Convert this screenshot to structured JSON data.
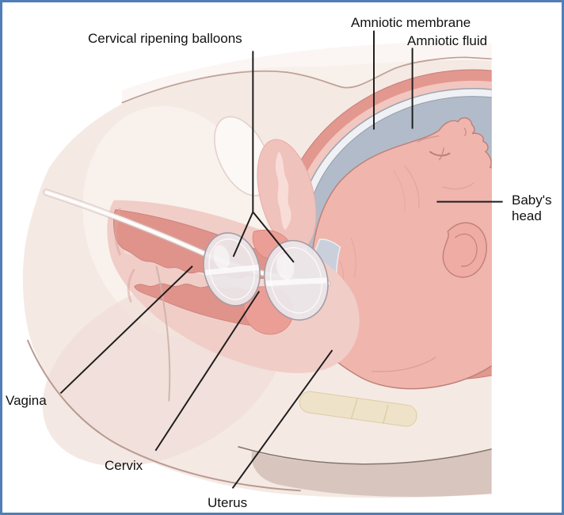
{
  "figure_labels": {
    "cervical_balloons": {
      "text": "Cervical ripening balloons"
    },
    "amniotic_membrane": {
      "text": "Amniotic membrane"
    },
    "amniotic_fluid": {
      "text": "Amniotic fluid"
    },
    "babys_head": {
      "text": "Baby's head"
    },
    "vagina": {
      "text": "Vagina"
    },
    "cervix": {
      "text": "Cervix"
    },
    "uterus": {
      "text": "Uterus"
    }
  },
  "colors": {
    "frame_border": "#4f7fb6",
    "background": "#ffffff",
    "label_text": "#111111",
    "leader_line": "#1e1e1e",
    "mother_skin": "#f5e9e4",
    "uterine_wall": "#e2978f",
    "uterine_lining": "#f1c7c0",
    "amniotic_membrane": "#eff1f5",
    "amniotic_fluid": "#b2bbc9",
    "baby_skin": "#f0b5ad",
    "vaginal_wall": "#e0938b",
    "cervix_tissue": "#eb9e96",
    "balloon": "#ece7ea",
    "catheter": "#f7f0ed",
    "leg_shadow": "#d8c6be",
    "tailbone": "#eee3c8"
  }
}
